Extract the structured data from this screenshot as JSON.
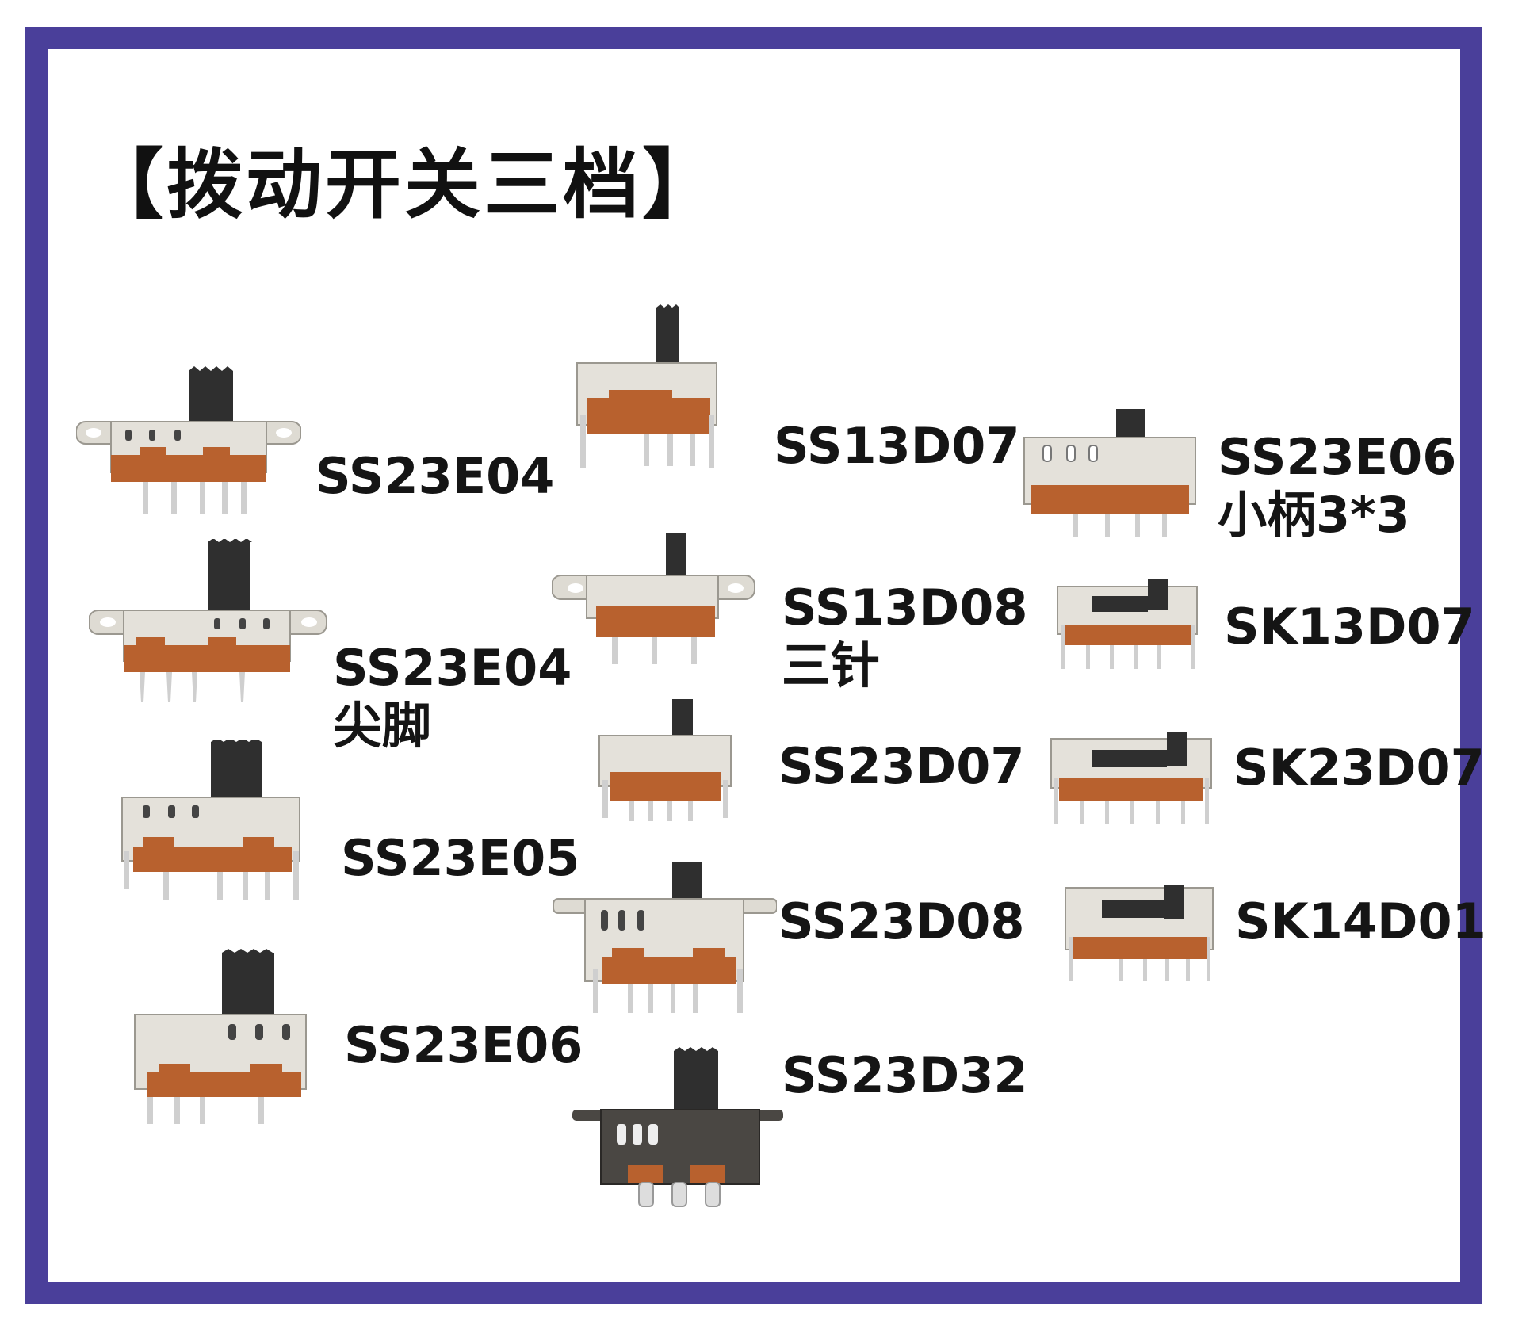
{
  "title": "【拨动开关三档】",
  "colors": {
    "frame": "#4a3f9a",
    "metal": "#dedbd3",
    "base": "#b8612e",
    "handle": "#2f2f2f",
    "pin": "#cfcfcf"
  },
  "products": [
    {
      "id": "ss23e04",
      "model": "SS23E04",
      "note": "",
      "icon": "slide-switch-with-ears"
    },
    {
      "id": "ss23e04-pointed",
      "model": "SS23E04",
      "note": "尖脚",
      "icon": "slide-switch-with-ears"
    },
    {
      "id": "ss23e05",
      "model": "SS23E05",
      "note": "",
      "icon": "slide-switch"
    },
    {
      "id": "ss23e06",
      "model": "SS23E06",
      "note": "",
      "icon": "slide-switch"
    },
    {
      "id": "ss13d07",
      "model": "SS13D07",
      "note": "",
      "icon": "slide-switch"
    },
    {
      "id": "ss13d08",
      "model": "SS13D08",
      "note": "三针",
      "icon": "slide-switch-with-ears"
    },
    {
      "id": "ss23d07",
      "model": "SS23D07",
      "note": "",
      "icon": "slide-switch"
    },
    {
      "id": "ss23d08",
      "model": "SS23D08",
      "note": "",
      "icon": "slide-switch-with-ears"
    },
    {
      "id": "ss23d32",
      "model": "SS23D32",
      "note": "",
      "icon": "slide-switch-black"
    },
    {
      "id": "ss23e06-small",
      "model": "SS23E06",
      "note": "小柄3*3",
      "icon": "slide-switch-small-handle"
    },
    {
      "id": "sk13d07",
      "model": "SK13D07",
      "note": "",
      "icon": "mini-slide-switch"
    },
    {
      "id": "sk23d07",
      "model": "SK23D07",
      "note": "",
      "icon": "mini-slide-switch"
    },
    {
      "id": "sk14d01",
      "model": "SK14D01",
      "note": "",
      "icon": "mini-slide-switch"
    }
  ]
}
